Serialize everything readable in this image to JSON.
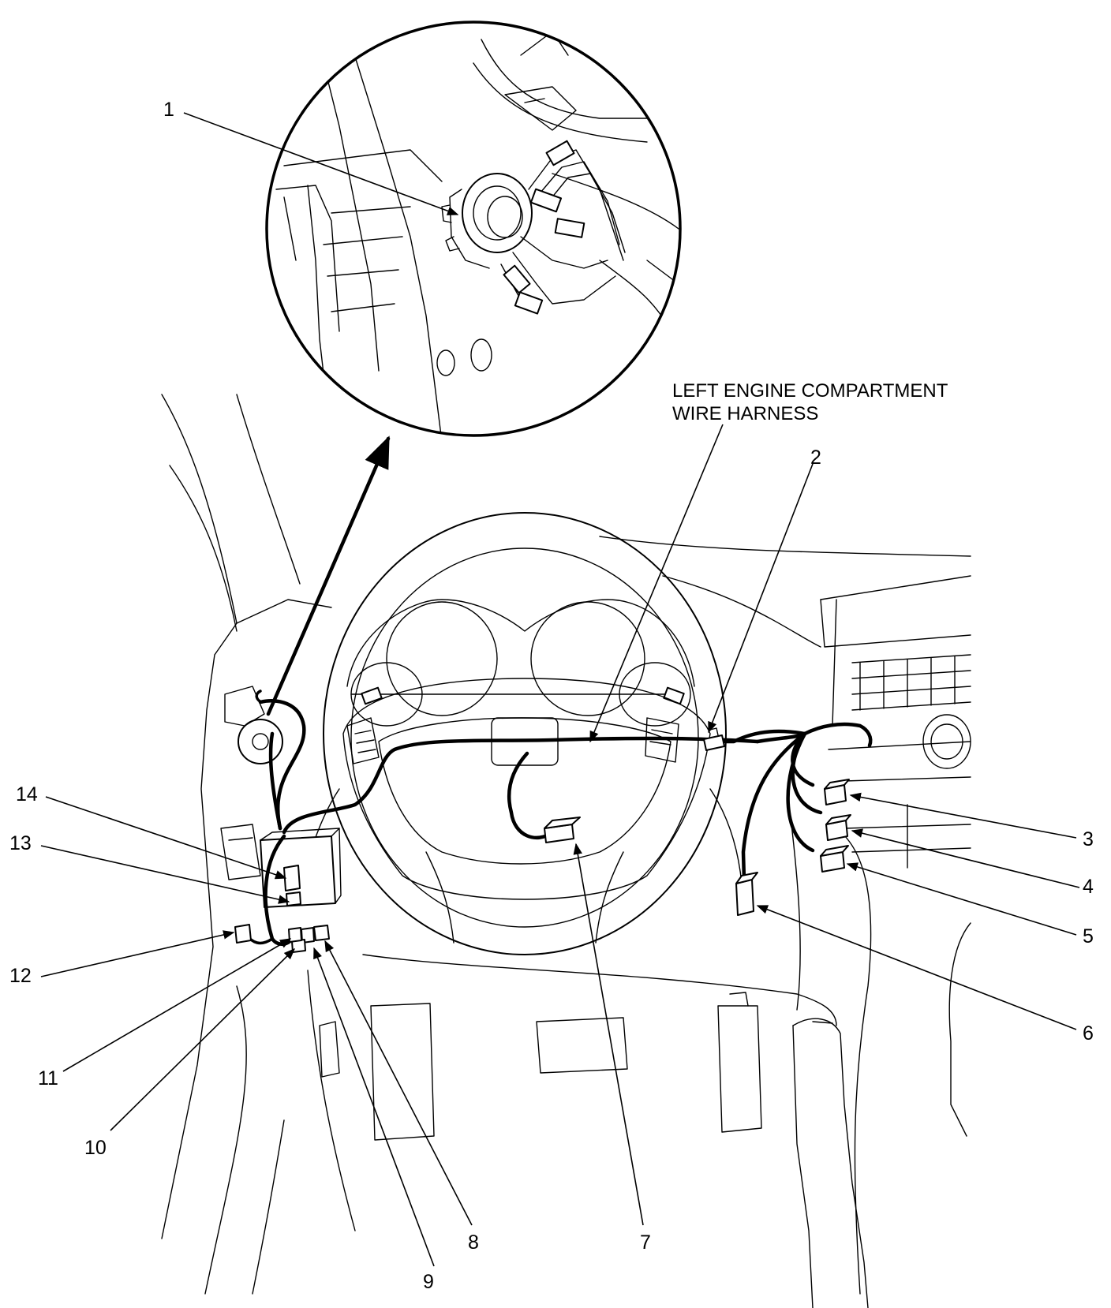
{
  "diagram": {
    "harness_label_line1": "LEFT ENGINE COMPARTMENT",
    "harness_label_line2": "WIRE HARNESS",
    "callouts": {
      "c1": "1",
      "c2": "2",
      "c3": "3",
      "c4": "4",
      "c5": "5",
      "c6": "6",
      "c7": "7",
      "c8": "8",
      "c9": "9",
      "c10": "10",
      "c11": "11",
      "c12": "12",
      "c13": "13",
      "c14": "14"
    }
  }
}
